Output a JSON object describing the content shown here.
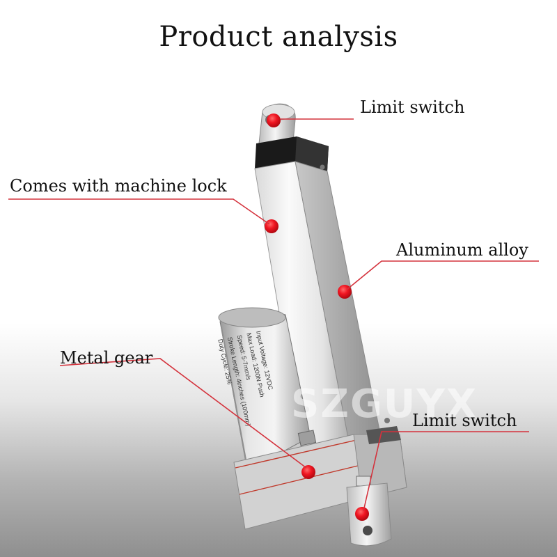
{
  "title": "Product analysis",
  "callouts": {
    "limit_switch_top": "Limit switch",
    "machine_lock": "Comes with machine lock",
    "aluminum_alloy": "Aluminum alloy",
    "metal_gear": "Metal gear",
    "limit_switch_bottom": "Limit switch"
  },
  "watermark": "SZGUYX",
  "motor_label_lines": [
    "Input Voltage: 12VDC",
    "Max Load:      1200N Push",
    "Speed:         5-7mm/s",
    "Stroke Length: 4inches (100mm)",
    "Duty Cycle:    25%"
  ],
  "colors": {
    "marker": "#e8101c",
    "leader_line": "#d4323c",
    "text": "#111111"
  }
}
